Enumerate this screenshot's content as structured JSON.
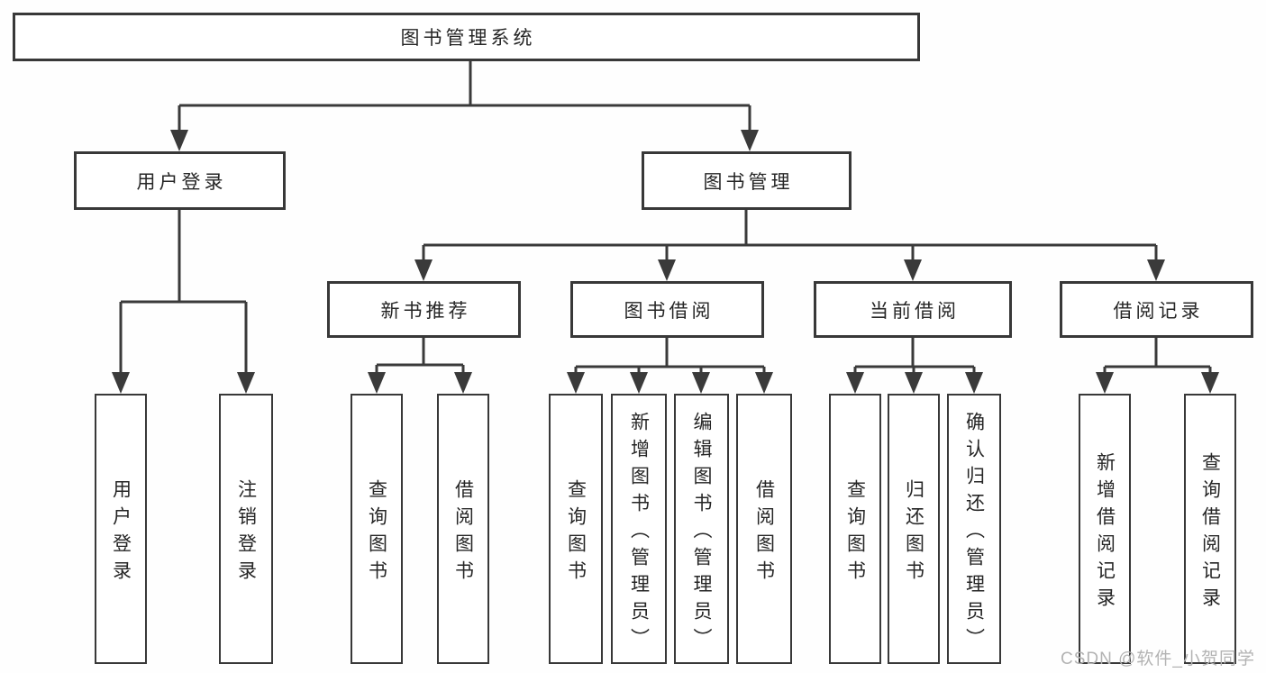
{
  "diagram": {
    "root": {
      "label": "图书管理系统"
    },
    "level1": [
      {
        "label": "用户登录",
        "children": [
          {
            "label": "用户登录"
          },
          {
            "label": "注销登录"
          }
        ]
      },
      {
        "label": "图书管理",
        "children": [
          {
            "label": "新书推荐",
            "children": [
              {
                "label": "查询图书"
              },
              {
                "label": "借阅图书"
              }
            ]
          },
          {
            "label": "图书借阅",
            "children": [
              {
                "label": "查询图书"
              },
              {
                "label": "新增图书（管理员）"
              },
              {
                "label": "编辑图书（管理员）"
              },
              {
                "label": "借阅图书"
              }
            ]
          },
          {
            "label": "当前借阅",
            "children": [
              {
                "label": "查询图书"
              },
              {
                "label": "归还图书"
              },
              {
                "label": "确认归还（管理员）"
              }
            ]
          },
          {
            "label": "借阅记录",
            "children": [
              {
                "label": "新增借阅记录"
              },
              {
                "label": "查询借阅记录"
              }
            ]
          }
        ]
      }
    ]
  },
  "watermark": {
    "text": "CSDN @软件_小贺同学",
    "color": "#b3b3b3"
  },
  "colors": {
    "line": "#3a3a3a",
    "box_border": "#383838",
    "box_background": "#ffffff",
    "text": "#262626",
    "page_background": "#fefefe"
  }
}
